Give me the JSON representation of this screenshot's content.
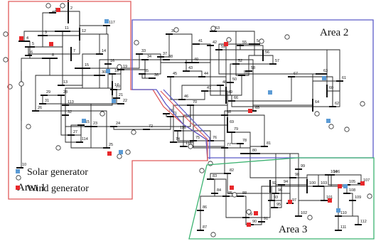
{
  "areas": [
    {
      "name": "Area 1",
      "border_color": "#e05a5a"
    },
    {
      "name": "Area 2",
      "border_color": "#5a5ac8"
    },
    {
      "name": "Area 3",
      "border_color": "#3cb371"
    }
  ],
  "legend": {
    "solar": {
      "label": "Solar generator",
      "color": "#5b9bd5"
    },
    "wind": {
      "label": "Wind generator",
      "color": "#e8282b"
    }
  },
  "bus_labels": [
    "117",
    "2",
    "1",
    "12",
    "11",
    "14",
    "4",
    "16",
    "6",
    "7",
    "8",
    "3",
    "5",
    "15",
    "19",
    "18",
    "17",
    "30",
    "13",
    "20",
    "29",
    "28",
    "26",
    "22",
    "31",
    "21",
    "32",
    "113",
    "23",
    "25",
    "24",
    "114",
    "115",
    "27",
    "10",
    "33",
    "37",
    "34",
    "36",
    "35",
    "38",
    "39",
    "40",
    "41",
    "42",
    "43",
    "44",
    "45",
    "46",
    "47",
    "48",
    "49",
    "50",
    "51",
    "52",
    "53",
    "54",
    "55",
    "56",
    "57",
    "58",
    "59",
    "60",
    "61",
    "62",
    "63",
    "64",
    "65",
    "66",
    "67",
    "68",
    "69",
    "70",
    "71",
    "72",
    "73",
    "74",
    "75",
    "76",
    "77",
    "78",
    "79",
    "80",
    "81",
    "82",
    "83",
    "84",
    "85",
    "86",
    "87",
    "88",
    "89",
    "90",
    "91",
    "92",
    "93",
    "94",
    "95",
    "96",
    "97",
    "98",
    "99",
    "100",
    "101",
    "102",
    "103",
    "104",
    "105",
    "106",
    "107",
    "108",
    "109",
    "110",
    "111",
    "112",
    "116",
    "118"
  ]
}
